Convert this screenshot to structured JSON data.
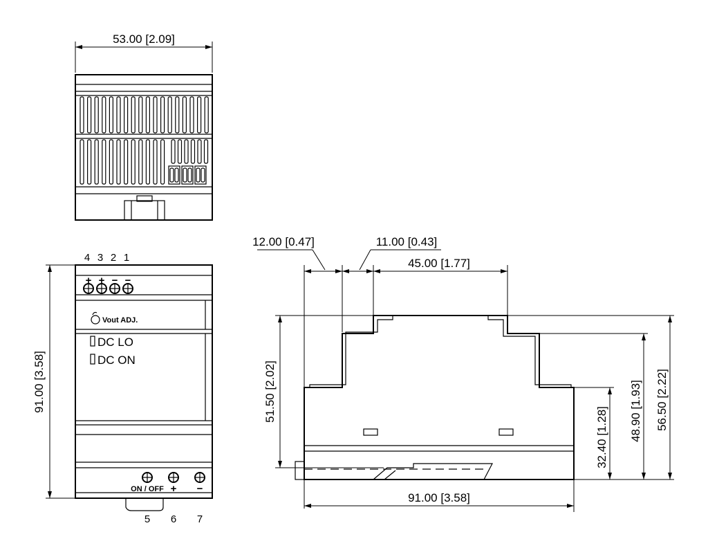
{
  "dimensions": {
    "top_width": "53.00 [2.09]",
    "front_height": "91.00 [3.58]",
    "side_offset_a": "12.00 [0.47]",
    "side_offset_b": "11.00 [0.43]",
    "side_top_width": "45.00 [1.77]",
    "side_height_left": "51.50 [2.02]",
    "side_height_1": "32.40 [1.28]",
    "side_height_2": "48.90 [1.93]",
    "side_height_3": "56.50 [2.22]",
    "side_bottom_width": "91.00 [3.58]"
  },
  "front_panel": {
    "top_terminal_numbers": [
      "4",
      "3",
      "2",
      "1"
    ],
    "top_terminal_signs": [
      "+",
      "+",
      "−",
      "−"
    ],
    "vout_label": "Vout ADJ.",
    "led_1": "DC LO",
    "led_2": "DC ON",
    "bottom_onoff_label": "ON / OFF",
    "bottom_plus": "+",
    "bottom_minus": "−",
    "bottom_terminal_numbers": [
      "5",
      "6",
      "7"
    ]
  },
  "colors": {
    "line": "#000000",
    "background": "#ffffff"
  }
}
